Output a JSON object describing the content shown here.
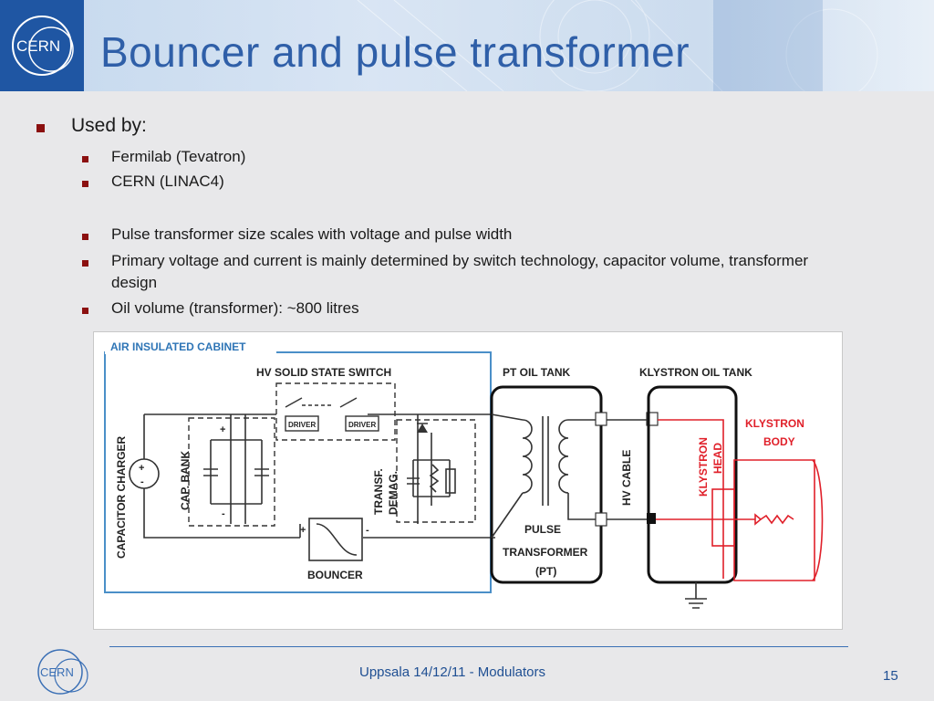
{
  "slide": {
    "title": "Bouncer and pulse transformer",
    "logo_text": "CERN",
    "bullets": {
      "level1": "Used by:",
      "used_by": [
        "Fermilab (Tevatron)",
        "CERN (LINAC4)"
      ],
      "points": [
        "Pulse transformer size scales with voltage and pulse width",
        "Primary voltage and current is mainly determined by switch technology, capacitor volume, transformer design",
        "Oil volume (transformer): ~800 litres"
      ]
    },
    "diagram": {
      "air_cabinet": "AIR INSULATED CABINET",
      "switch": "HV SOLID STATE SWITCH",
      "driver": "DRIVER",
      "pt_tank": "PT OIL TANK",
      "klystron_tank": "KLYSTRON OIL TANK",
      "charger": "CAPACITOR CHARGER",
      "cap_bank": "CAP. BANK",
      "transf_demag_1": "TRANSF.",
      "transf_demag_2": "DEMAG.",
      "hv_cable": "HV CABLE",
      "klystron_head_1": "KLYSTRON",
      "klystron_head_2": "HEAD",
      "klystron_body_1": "KLYSTRON",
      "klystron_body_2": "BODY",
      "pulse_transformer_1": "PULSE",
      "pulse_transformer_2": "TRANSFORMER",
      "pulse_transformer_3": "(PT)",
      "bouncer": "BOUNCER",
      "plus": "+",
      "minus": "-"
    },
    "footer": {
      "text": "Uppsala 14/12/11 - Modulators",
      "page": "15"
    },
    "colors": {
      "title": "#2f5fa8",
      "bullet": "#8b1010",
      "diagram_blue": "#4a8fc8",
      "klystron_red": "#e0202a"
    }
  }
}
